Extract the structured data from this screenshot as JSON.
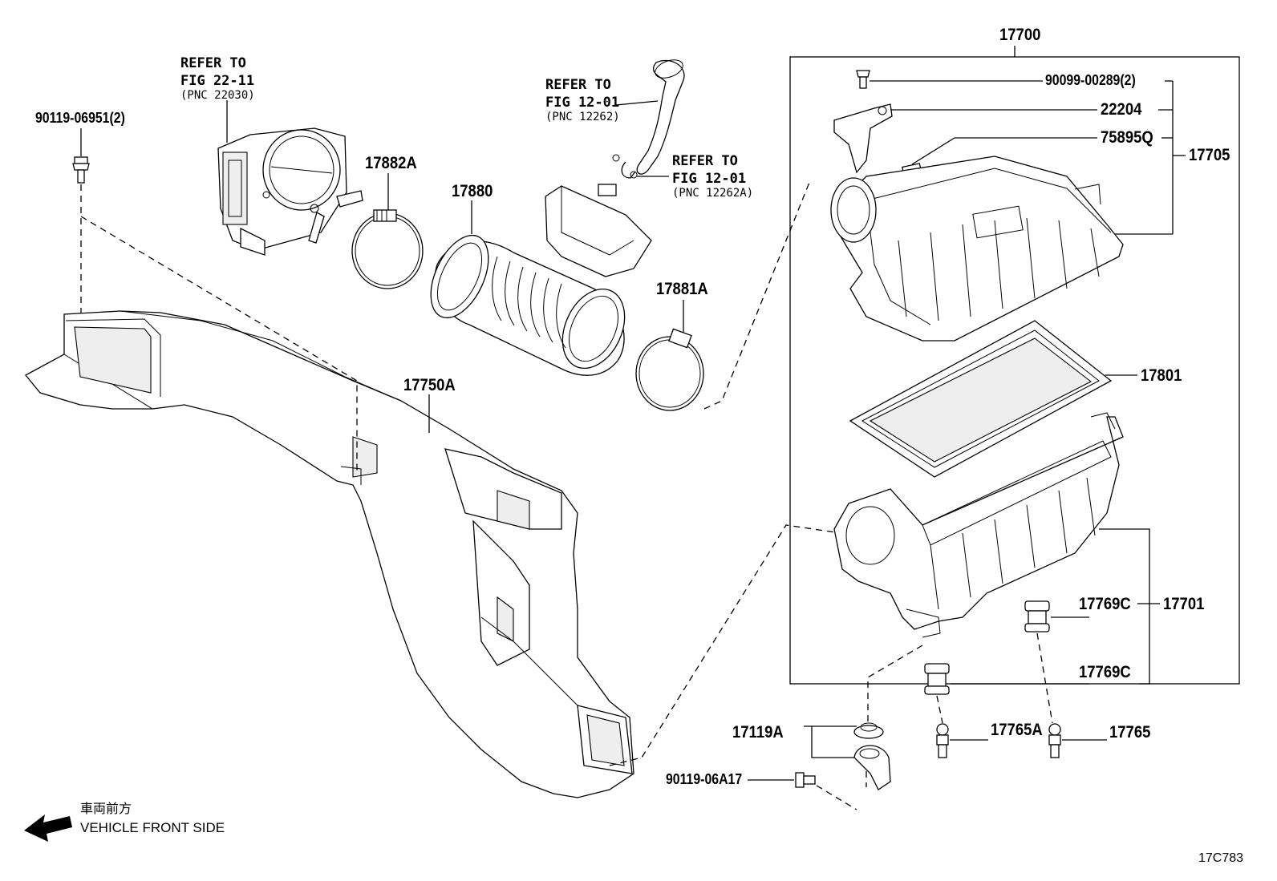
{
  "title_code": "17700",
  "figure_id": "17C783",
  "direction": {
    "japanese": "車両前方",
    "english": "VEHICLE FRONT SIDE"
  },
  "references": {
    "throttle": {
      "line1": "REFER TO",
      "line2": "FIG 22-11",
      "pnc": "(PNC 22030)"
    },
    "hose1": {
      "line1": "REFER TO",
      "line2": "FIG 12-01",
      "pnc": "(PNC 12262)"
    },
    "hose2": {
      "line1": "REFER TO",
      "line2": "FIG 12-01",
      "pnc": "(PNC 12262A)"
    }
  },
  "parts": {
    "p90119_06951": "90119-06951(2)",
    "p17882A": "17882A",
    "p17880": "17880",
    "p17881A": "17881A",
    "p17750A": "17750A",
    "p90099_00289": "90099-00289(2)",
    "p22204": "22204",
    "p75895Q": "75895Q",
    "p17705": "17705",
    "p17801": "17801",
    "p17769C_a": "17769C",
    "p17701": "17701",
    "p17769C_b": "17769C",
    "p17119A": "17119A",
    "p17765A": "17765A",
    "p17765": "17765",
    "p90119_06A17": "90119-06A17"
  }
}
